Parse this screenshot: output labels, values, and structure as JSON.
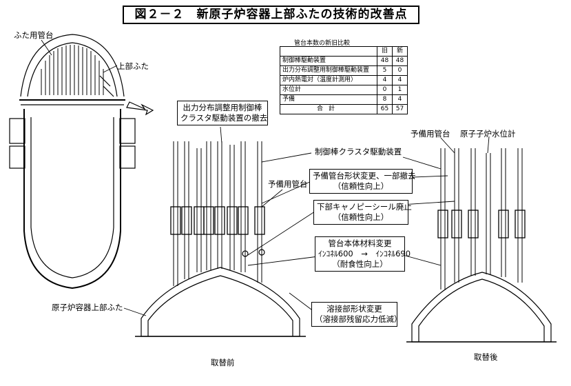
{
  "title": "図２－２　新原子炉容器上部ふたの技術的改善点",
  "labels": {
    "lid_nozzle": "ふた用管台",
    "upper_lid": "上部ふた",
    "vessel_upper_lid": "原子炉容器上部ふた",
    "spare_nozzle_left": "予備用管台",
    "spare_nozzle_right": "予備用管台",
    "level_gauge": "原子子炉水位計",
    "crdm": "制御棒クラスタ駆動装置",
    "before": "取替前",
    "after": "取替後"
  },
  "callouts": {
    "removal": [
      "出力分布調整用制御棒",
      "クラスタ駆動装置の撤去"
    ],
    "spare_change": [
      "予備管台形状変更、一部撤去",
      "（信頼性向上）"
    ],
    "canopy": [
      "下部キャノピーシール廃止",
      "（信頼性向上）"
    ],
    "material": [
      "管台本体材料変更",
      "ｲﾝｺﾈﾙ600　→　ｲﾝｺﾈﾙ690",
      "（耐食性向上）"
    ],
    "weld": [
      "溶接部形状変更",
      "（溶接部残留応力低減）"
    ]
  },
  "comparison": {
    "title": "管台本数の新旧比較",
    "headers": [
      "",
      "旧",
      "新"
    ],
    "rows": [
      {
        "item": "制御棒駆動装置",
        "old": "48",
        "new": "48"
      },
      {
        "item": "出力分布調整用制御棒駆動装置",
        "old": "5",
        "new": "0"
      },
      {
        "item": "炉内熱電対（温度計測用）",
        "old": "4",
        "new": "4"
      },
      {
        "item": "水位計",
        "old": "0",
        "new": "1"
      },
      {
        "item": "予備",
        "old": "8",
        "new": "4"
      }
    ],
    "total": {
      "item": "合計",
      "old": "65",
      "new": "57"
    }
  }
}
